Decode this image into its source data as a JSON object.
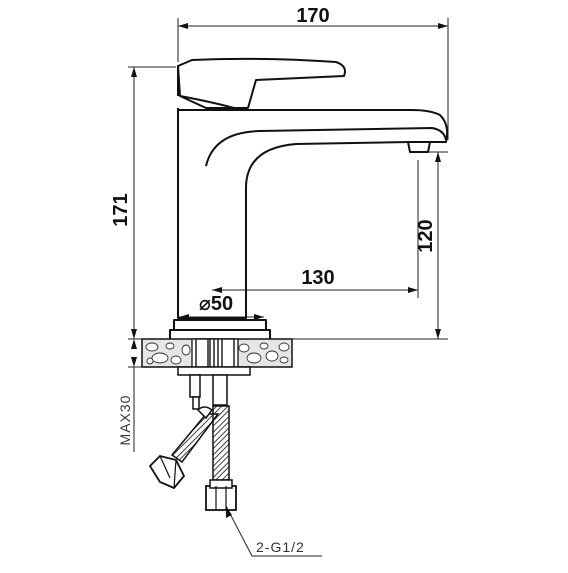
{
  "drawing": {
    "dims": {
      "width_total": "170",
      "height_total": "171",
      "spout_height": "120",
      "spout_reach": "130",
      "base_diameter": "⌀50",
      "max_thickness": "MAX30",
      "connection": "2-G1/2"
    },
    "colors": {
      "line": "#111111",
      "dim_line": "#222222",
      "stone_fill": "#d9d9d9"
    }
  }
}
